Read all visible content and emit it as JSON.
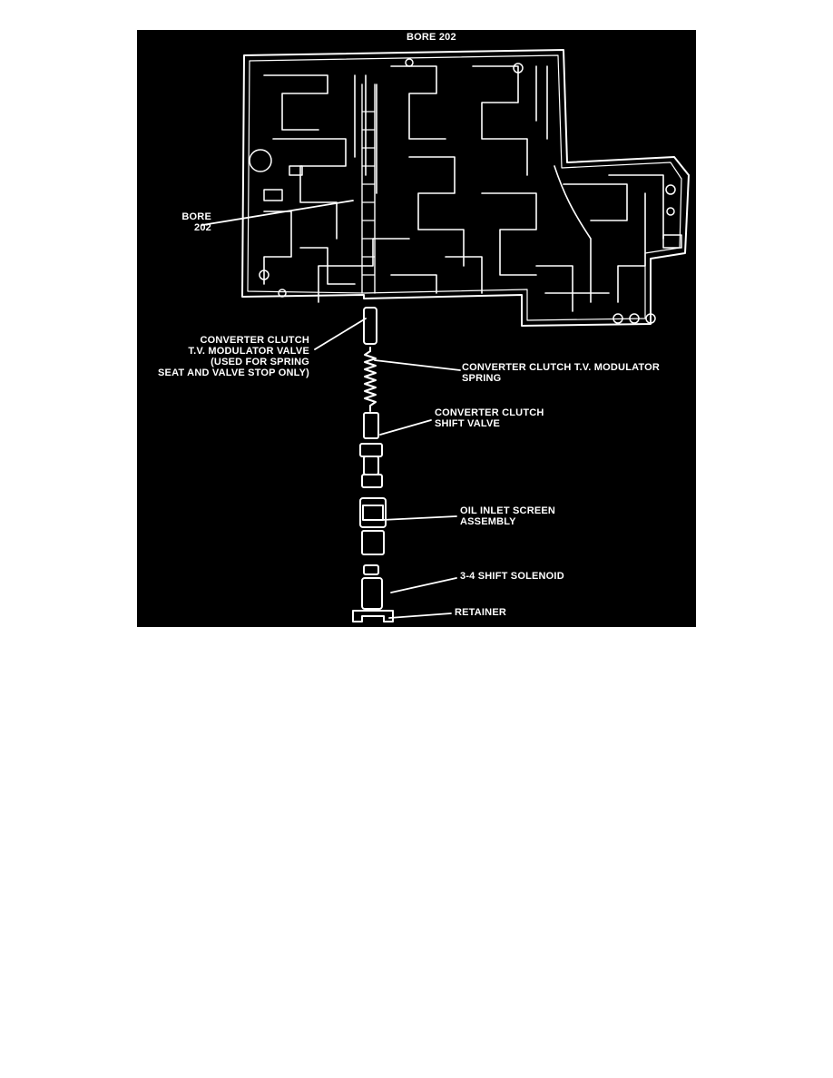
{
  "colors": {
    "background": "#000000",
    "lines": "#ffffff",
    "page": "#ffffff"
  },
  "labels": {
    "bore_top": "BORE 202",
    "bore_side": "BORE\n202",
    "tv_modulator_valve": "CONVERTER CLUTCH\nT.V. MODULATOR VALVE\n(USED FOR SPRING\nSEAT AND VALVE STOP ONLY)",
    "tv_modulator_spring": "CONVERTER CLUTCH T.V. MODULATOR\nSPRING",
    "shift_valve": "CONVERTER CLUTCH\nSHIFT VALVE",
    "oil_inlet_screen": "OIL INLET SCREEN\nASSEMBLY",
    "shift_solenoid": "3-4 SHIFT SOLENOID",
    "retainer": "RETAINER"
  }
}
